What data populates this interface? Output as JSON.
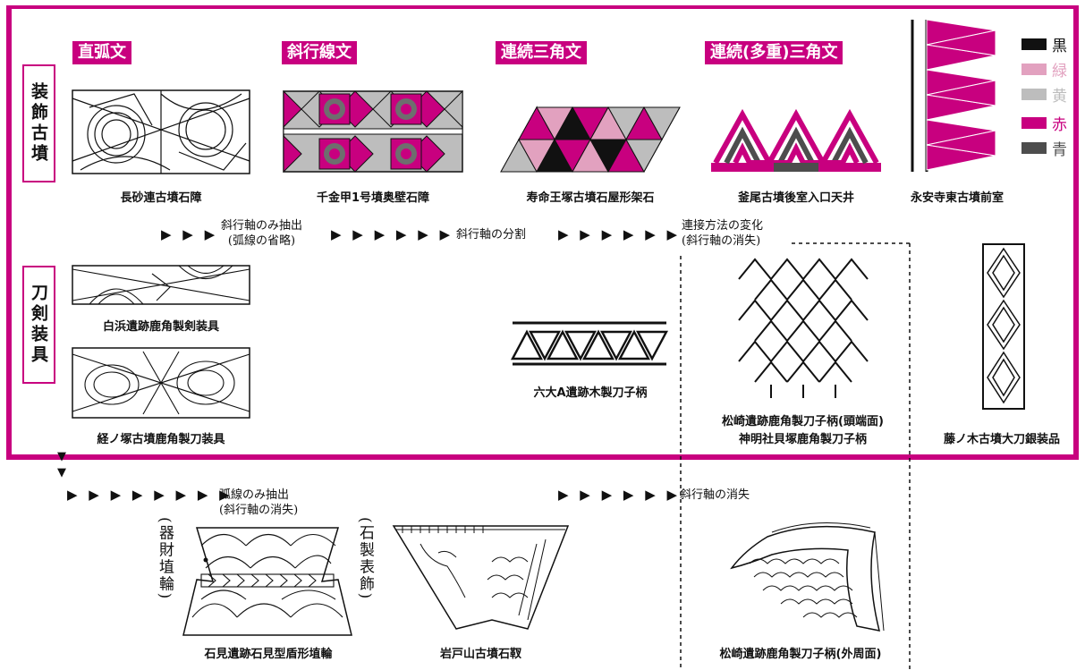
{
  "sections": {
    "kofun": "装飾古墳",
    "token": "刀剣装具"
  },
  "headers": {
    "h1": "直弧文",
    "h2": "斜行線文",
    "h3": "連続三角文",
    "h4": "連続(多重)三角文"
  },
  "captions": {
    "c1": "長砂連古墳石障",
    "c2": "千金甲1号墳奥壁石障",
    "c3": "寿命王塚古墳石屋形架石",
    "c4": "釜尾古墳後室入口天井",
    "c5": "永安寺東古墳前室",
    "c6": "白浜遺跡鹿角製剣装具",
    "c7": "経ノ塚古墳鹿角製刀装具",
    "c8": "六大A遺跡木製刀子柄",
    "c9a": "松崎遺跡鹿角製刀子柄(頭端面)",
    "c9b": "神明社貝塚鹿角製刀子柄",
    "c10": "藤ノ木古墳大刀銀装品",
    "c11": "石見遺跡石見型盾形埴輪",
    "c12": "岩戸山古墳石靫",
    "c13": "松崎遺跡鹿角製刀子柄(外周面)"
  },
  "notes": {
    "n1a": "斜行軸のみ抽出",
    "n1b": "(弧線の省略)",
    "n2": "斜行軸の分割",
    "n3a": "連接方法の変化",
    "n3b": "(斜行軸の消失)",
    "n4a": "弧線のみ抽出",
    "n4b": "(斜行軸の消失)",
    "n5": "斜行軸の消失",
    "v1": "(器財埴輪)",
    "v2": "(石製表飾)"
  },
  "arrows": {
    "a3": "▶ ▶ ▶",
    "a6": "▶ ▶ ▶ ▶ ▶ ▶",
    "a8": "▶ ▶ ▶ ▶ ▶ ▶ ▶ ▶",
    "down": "▼"
  },
  "legend": [
    {
      "label": "黒",
      "color": "#111111"
    },
    {
      "label": "緑",
      "color": "#e2a1bf"
    },
    {
      "label": "黄",
      "color": "#bdbdbd"
    },
    {
      "label": "赤",
      "color": "#c8007f"
    },
    {
      "label": "青",
      "color": "#4d4d4d"
    }
  ],
  "colors": {
    "accent": "#c8007f"
  }
}
